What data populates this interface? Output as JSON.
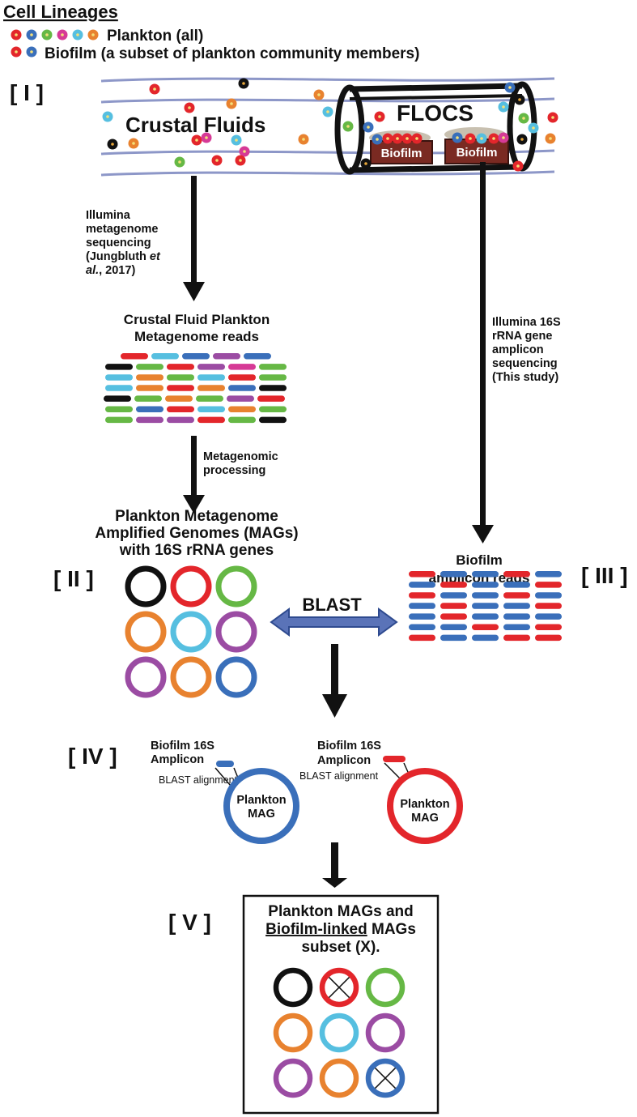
{
  "legend": {
    "title": "Cell Lineages",
    "plankton_label": "Plankton (all)",
    "biofilm_label": "Biofilm (a subset of plankton community members)"
  },
  "colors": {
    "red": "#e3262b",
    "blue": "#3a6fba",
    "green": "#66b845",
    "magenta": "#d63a96",
    "cyan": "#56bfe0",
    "orange": "#e8822f",
    "purple": "#9b4ca3",
    "black": "#111111",
    "oxblood": "#7a2a22",
    "pipe": "#8d97c8",
    "double_arrow": "#5a73b8"
  },
  "panels": {
    "p1": "[ I ]",
    "p2": "[ II ]",
    "p3": "[ III ]",
    "p4": "[ IV ]",
    "p5": "[ V ]"
  },
  "top": {
    "crustal_fluids": "Crustal Fluids",
    "flocs": "FLOCS",
    "biofilm_box1": "Biofilm",
    "biofilm_box2": "Biofilm"
  },
  "left_flow": {
    "metagenome_seq": [
      "Illumina",
      "metagenome",
      "sequencing",
      "(Jungbluth "
    ],
    "metagenome_seq_et": "et",
    "metagenome_seq_al": "al.",
    "metagenome_seq_year": ", 2017)",
    "reads_title_1": "Crustal Fluid Plankton",
    "reads_title_2": "Metagenome reads",
    "processing_1": "Metagenomic",
    "processing_2": "processing",
    "mags_title_1": "Plankton Metagenome",
    "mags_title_2": "Amplified Genomes (MAGs)",
    "mags_title_3": "with 16S rRNA genes"
  },
  "right_flow": {
    "amplicon_seq": [
      "Illumina 16S",
      "rRNA gene",
      "amplicon",
      "sequencing",
      "(This study)"
    ],
    "amplicon_title_1": "Biofilm",
    "amplicon_title_2": "amplicon reads"
  },
  "blast_label": "BLAST",
  "alignment": {
    "left": {
      "amp_1": "Biofilm 16S",
      "amp_2": "Amplicon",
      "align": "BLAST alignment",
      "mag_1": "Plankton",
      "mag_2": "MAG"
    },
    "right": {
      "amp_1": "Biofilm 16S",
      "amp_2": "Amplicon",
      "align": "BLAST alignment",
      "mag_1": "Plankton",
      "mag_2": "MAG"
    }
  },
  "result": {
    "line1": "Plankton MAGs and",
    "line2_underlined": "Biofilm-linked",
    "line2_rest": " MAGs",
    "line3": "subset (X)."
  },
  "mag_grid_colors": [
    "black",
    "red",
    "green",
    "orange",
    "cyan",
    "purple",
    "purple",
    "orange",
    "blue"
  ],
  "result_grid_colors": [
    "black",
    "red",
    "green",
    "orange",
    "cyan",
    "purple",
    "purple",
    "orange",
    "blue"
  ],
  "result_grid_crossed": [
    false,
    true,
    false,
    false,
    false,
    false,
    false,
    false,
    true
  ],
  "metagenome_read_rows": [
    [
      "red",
      "cyan",
      "blue",
      "purple",
      "blue"
    ],
    [
      "black",
      "green",
      "red",
      "purple",
      "magenta",
      "green"
    ],
    [
      "cyan",
      "orange",
      "green",
      "cyan",
      "red",
      "green"
    ],
    [
      "cyan",
      "orange",
      "red",
      "orange",
      "blue",
      "black"
    ],
    [
      "black",
      "green",
      "orange",
      "green",
      "purple",
      "red"
    ],
    [
      "green",
      "blue",
      "red",
      "cyan",
      "orange",
      "green"
    ],
    [
      "green",
      "purple",
      "purple",
      "red",
      "green",
      "black"
    ]
  ],
  "amplicon_read_rows": [
    [
      "red",
      "blue",
      "blue",
      "red",
      "blue"
    ],
    [
      "blue",
      "red",
      "blue",
      "blue",
      "red"
    ],
    [
      "red",
      "blue",
      "blue",
      "red",
      "blue"
    ],
    [
      "blue",
      "red",
      "blue",
      "blue",
      "red"
    ],
    [
      "blue",
      "red",
      "blue",
      "blue",
      "blue"
    ],
    [
      "blue",
      "blue",
      "red",
      "blue",
      "red"
    ],
    [
      "red",
      "blue",
      "blue",
      "red",
      "red"
    ]
  ]
}
